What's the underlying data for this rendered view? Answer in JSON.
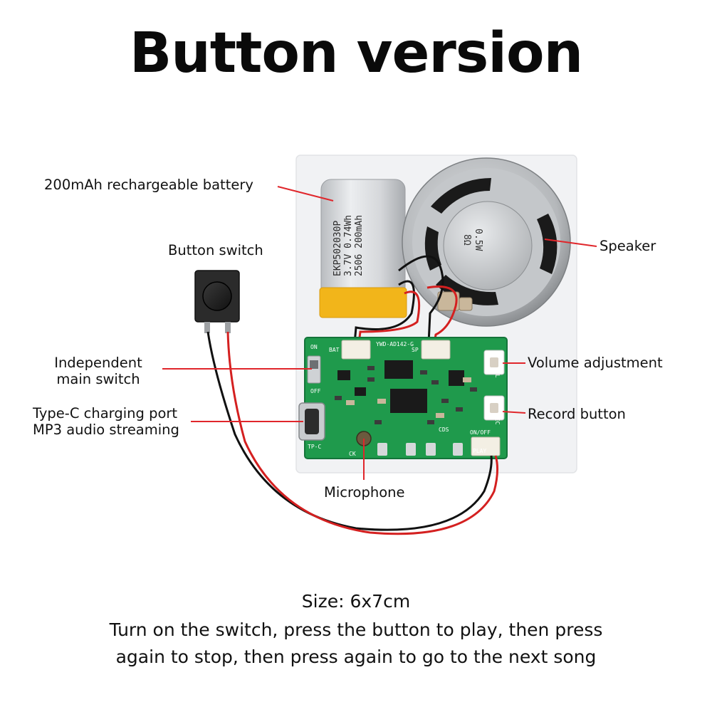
{
  "title": "Button version",
  "labels": {
    "battery": "200mAh rechargeable battery",
    "button_switch": "Button switch",
    "speaker": "Speaker",
    "main_switch_line1": "Independent",
    "main_switch_line2": "main switch",
    "volume": "Volume adjustment",
    "typec_line1": "Type-C charging port",
    "typec_line2": "MP3 audio streaming",
    "record": "Record button",
    "microphone": "Microphone"
  },
  "battery_print": {
    "line1": "EKP502030P",
    "line2": "3.7V 0.74Wh",
    "line3": "2506 200mAh"
  },
  "speaker_print": {
    "line1": "0.5W",
    "line2": "8Ω"
  },
  "pcb_print": {
    "model": "YWD-AD142-G",
    "on": "ON",
    "off": "OFF",
    "bat": "BAT",
    "sp": "SP",
    "vol": "VOL",
    "rec": "REC",
    "typec": "TP-C",
    "play": "PLAY",
    "onoff": "ON/OFF",
    "cds": "CDS",
    "ck": "CK"
  },
  "colors": {
    "callout_line": "#e0262b",
    "pcb": "#1f9a4c",
    "pcb_dark": "#14743a",
    "wire_red": "#d42020",
    "wire_black": "#111111"
  },
  "footer": {
    "size": "Size: 6x7cm",
    "line1": "Turn on the switch, press the button to play, then press",
    "line2": "again to stop, then press again to go to the next song"
  }
}
